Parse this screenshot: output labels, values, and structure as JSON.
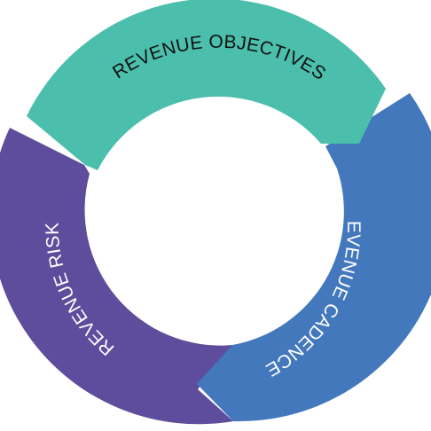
{
  "cycle": {
    "segments": [
      {
        "label": "REVENUE OBJECTIVES",
        "fill": "#4bbfac",
        "text_color": "#111111"
      },
      {
        "label": "REVENUE CADENCES",
        "fill": "#4478bd",
        "text_color": "#ffffff"
      },
      {
        "label": "REVENUE RISK",
        "fill": "#5e4c9c",
        "text_color": "#ffffff"
      }
    ]
  }
}
